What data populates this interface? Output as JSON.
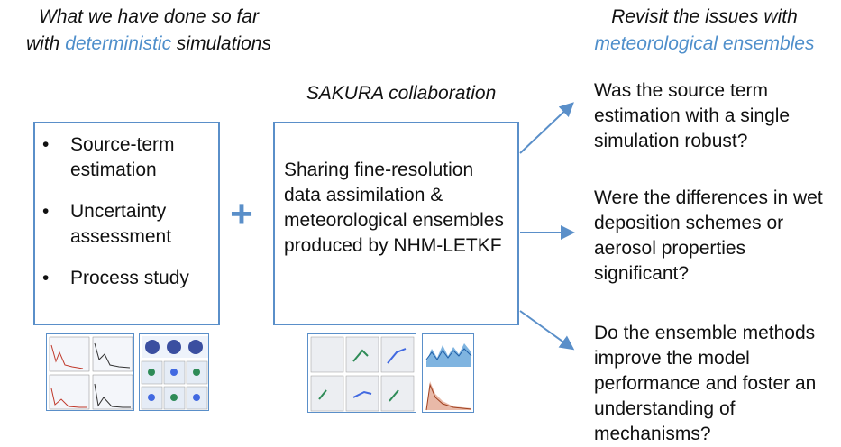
{
  "left_header": {
    "line1": "What we have done so far",
    "line2_pre": "with ",
    "line2_highlight": "deterministic",
    "line2_post": " simulations"
  },
  "right_header": {
    "line1": "Revisit the issues with",
    "line2_highlight": "meteorological ensembles"
  },
  "collaboration_label": "SAKURA collaboration",
  "left_box": {
    "bullet_glyph": "•",
    "items": [
      "Source-term estimation",
      "Uncertainty assessment",
      "Process study"
    ]
  },
  "plus_sign": "+",
  "center_box": {
    "text": "Sharing fine-resolution data assimilation & meteorological ensembles produced by NHM-LETKF"
  },
  "questions": [
    "Was the source term estimation with a single simulation robust?",
    "Were the differences in wet deposition schemes or aerosol properties significant?",
    "Do the ensemble methods improve the model performance and foster an understanding of mechanisms?"
  ],
  "colors": {
    "accent": "#4f8fcb",
    "box_border": "#5a8fc9",
    "arrow": "#5a8fc9"
  }
}
